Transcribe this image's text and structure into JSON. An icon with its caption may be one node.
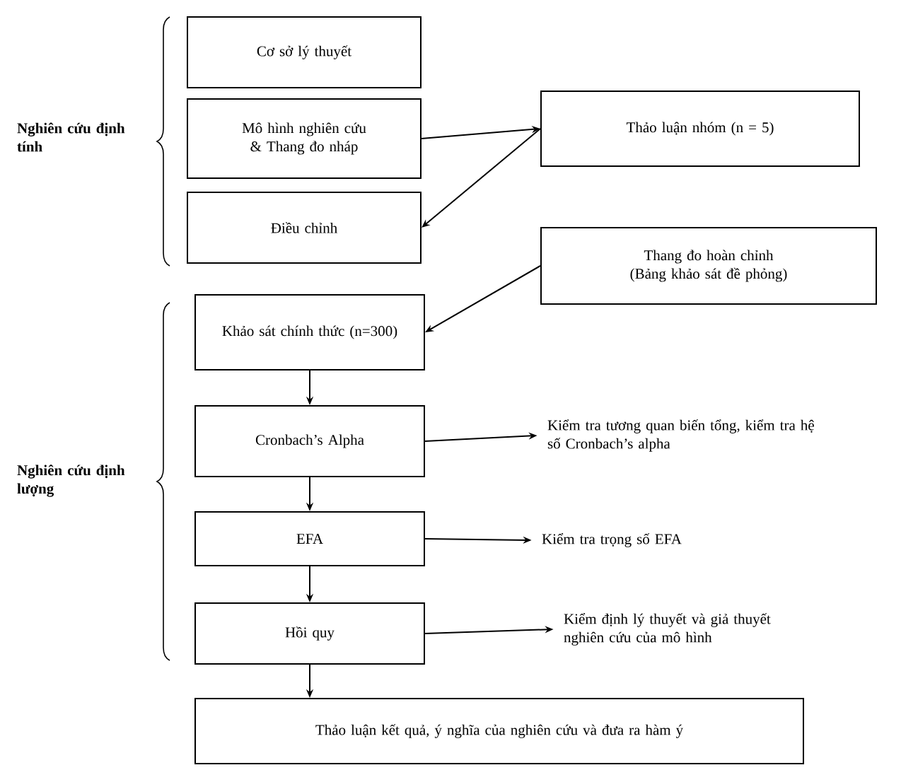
{
  "diagram": {
    "nodes": [
      {
        "text": [
          "Cơ sở lý thuyết"
        ]
      },
      {
        "text": [
          "Mô hình nghiên cứu & Thang đo nháp"
        ]
      },
      {
        "text": [
          "Thảo luận nhóm (n = 5)"
        ]
      },
      {
        "text": [
          "Điều chỉnh"
        ]
      },
      {
        "text": [
          "Thang đo hoàn chỉnh (Bảng khảo sát đề phỏng)"
        ]
      },
      {
        "text": [
          "Khảo sát chính thức (n=300)"
        ]
      },
      {
        "text": [
          "Cronbach’s Alpha"
        ]
      },
      {
        "text": [
          "Kiểm tra tương quan biến tổng, kiểm tra hệ số Cronbach’s alpha"
        ]
      },
      {
        "text": [
          "EFA"
        ]
      },
      {
        "text": [
          "Kiểm tra trọng số EFA"
        ]
      },
      {
        "text": [
          "Hồi quy"
        ]
      },
      {
        "text": [
          "Kiểm định lý thuyết và giả thuyết nghiên cứu của mô hình"
        ]
      },
      {
        "text": [
          "Thảo luận kết quả, ý nghĩa của nghiên cứu và đưa ra hàm ý"
        ]
      }
    ],
    "edges": [
      {
        "from": 1,
        "to": 2,
        "arrow": "to"
      },
      {
        "from": 2,
        "to": 3,
        "arrow": "to"
      },
      {
        "from": 4,
        "to": 5,
        "arrow": "to"
      },
      {
        "from": 5,
        "to": 6,
        "arrow": "to"
      },
      {
        "from": 6,
        "to": 7,
        "arrow": "to"
      },
      {
        "from": 6,
        "to": 8,
        "arrow": "to"
      },
      {
        "from": 8,
        "to": 9,
        "arrow": "to"
      },
      {
        "from": 8,
        "to": 10,
        "arrow": "to"
      },
      {
        "from": 10,
        "to": 11,
        "arrow": "to"
      },
      {
        "from": 10,
        "to": 12,
        "arrow": "to"
      }
    ],
    "labels": [
      "Nghiên cứu định tính",
      "Nghiên cứu định lượng"
    ]
  }
}
